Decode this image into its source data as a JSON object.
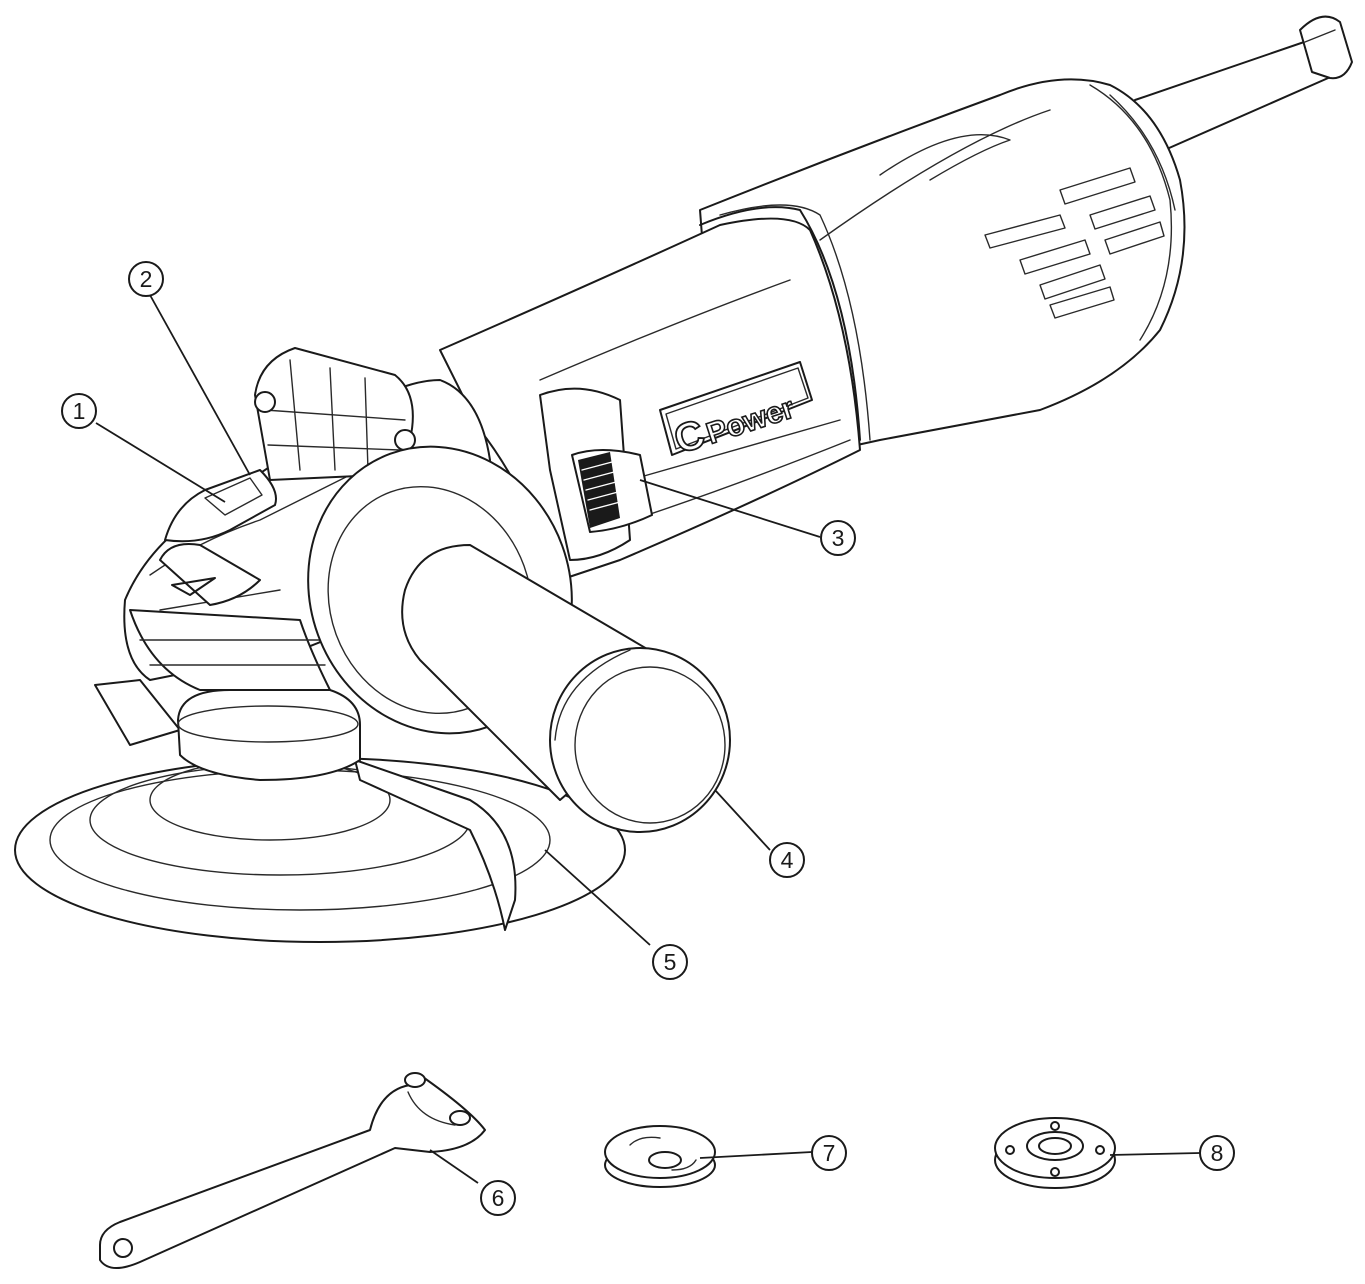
{
  "brand": {
    "logo_letter": "C",
    "logo_word": "Power"
  },
  "callouts": [
    {
      "label": "1",
      "part": "spindle-lock-button"
    },
    {
      "label": "2",
      "part": "gear-head"
    },
    {
      "label": "3",
      "part": "on-off-switch"
    },
    {
      "label": "4",
      "part": "auxiliary-handle"
    },
    {
      "label": "5",
      "part": "wheel-guard"
    },
    {
      "label": "6",
      "part": "pin-spanner"
    },
    {
      "label": "7",
      "part": "inner-flange"
    },
    {
      "label": "8",
      "part": "outer-flange"
    }
  ]
}
